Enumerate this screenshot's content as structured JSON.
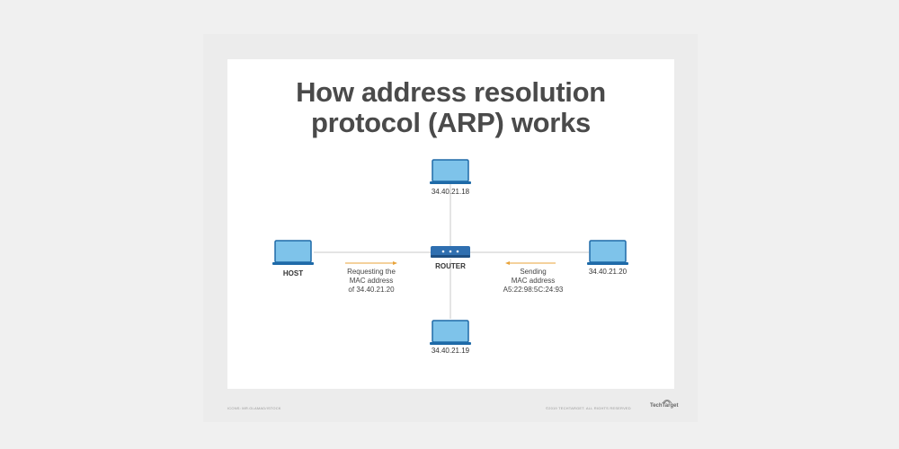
{
  "title": {
    "line1": "How address resolution",
    "line2": "protocol (ARP) works"
  },
  "nodes": {
    "top": "34.40.21.18",
    "host": "HOST",
    "router": "ROUTER",
    "right": "34.40.21.20",
    "bottom": "34.40.21.19"
  },
  "messages": {
    "request": [
      "Requesting the",
      "MAC address",
      "of 34.40.21.20"
    ],
    "reply": [
      "Sending",
      "MAC address",
      "A5:22:98:5C:24:93"
    ]
  },
  "footer": {
    "left": "ICONS: MR.GLAMAD/ISTOCK",
    "right": "©2019 TECHTARGET. ALL RIGHTS RESERVED",
    "brand": "TechTarget"
  },
  "colors": {
    "laptop_fill": "#7ec3ea",
    "laptop_stroke": "#1e6aa8",
    "router_fill": "#2f6fb0",
    "arrow": "#e8a33a",
    "link": "#c8c8c8",
    "title": "#4a4a4a"
  }
}
